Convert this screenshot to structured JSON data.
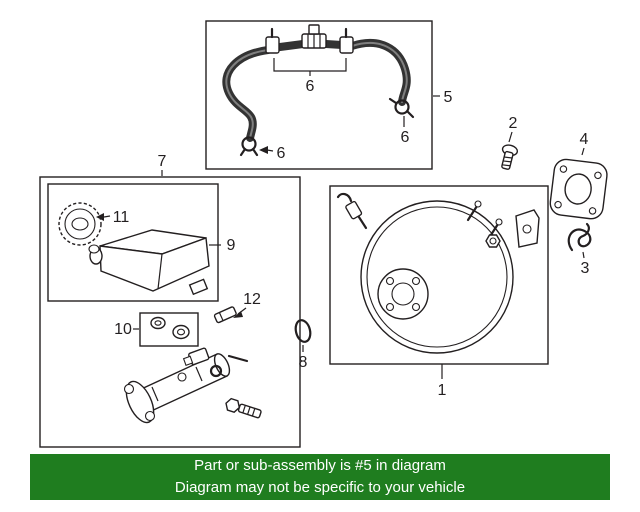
{
  "page": {
    "background_color": "#ffffff",
    "line_color": "#231f20"
  },
  "callouts": {
    "booster": "1",
    "screw": "2",
    "clip_small": "3",
    "gasket": "4",
    "hose_assembly": "5",
    "clamp_top": "6",
    "clamp_left": "6",
    "clamp_right": "6",
    "master_cylinder_group": "7",
    "oring": "8",
    "reservoir": "9",
    "grommets": "10",
    "cap": "11",
    "clip12": "12"
  },
  "banner": {
    "line1": "Part or sub-assembly is #5 in diagram",
    "line2": "Diagram may not be specific to your vehicle",
    "bg_color": "#1f7d1f",
    "text_color": "#ffffff"
  }
}
